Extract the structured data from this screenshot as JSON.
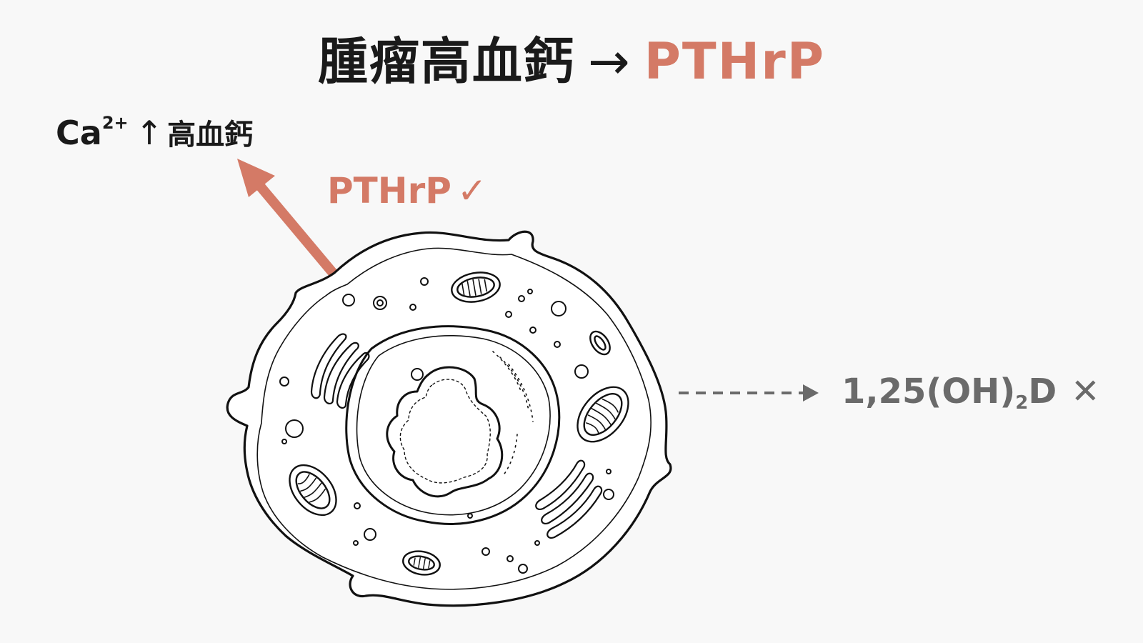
{
  "title": {
    "main": "腫瘤高血鈣",
    "arrow": "→",
    "accent": "PTHrP"
  },
  "calcium": {
    "ion": "Ca",
    "charge": "2+",
    "arrow": "↑",
    "condition": "高血鈣"
  },
  "pthrp": {
    "label": "PTHrP",
    "mark": "✓"
  },
  "vitamin_d": {
    "prefix": "1,25(OH)",
    "subscript": "2",
    "suffix": "D",
    "mark": "✕"
  },
  "colors": {
    "accent": "#d47a66",
    "ink": "#1a1a1a",
    "muted": "#6a6a6a",
    "background": "#f8f8f8"
  }
}
